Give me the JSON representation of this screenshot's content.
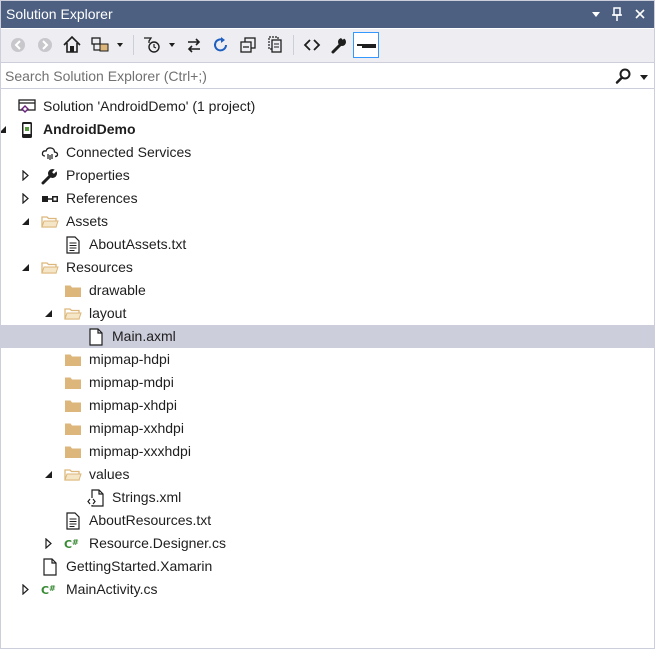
{
  "window": {
    "title": "Solution Explorer"
  },
  "search": {
    "placeholder": "Search Solution Explorer (Ctrl+;)"
  },
  "tree": [
    {
      "id": "solution",
      "label": "Solution 'AndroidDemo' (1 project)",
      "icon": "solution-icon",
      "level": 0,
      "expander": "none"
    },
    {
      "id": "project",
      "label": "AndroidDemo",
      "icon": "android-project-icon",
      "level": 0,
      "expander": "expanded",
      "bold": true
    },
    {
      "id": "connected-services",
      "label": "Connected Services",
      "icon": "cloud-services-icon",
      "level": 1,
      "expander": "none"
    },
    {
      "id": "properties",
      "label": "Properties",
      "icon": "wrench-icon",
      "level": 1,
      "expander": "collapsed"
    },
    {
      "id": "references",
      "label": "References",
      "icon": "references-icon",
      "level": 1,
      "expander": "collapsed"
    },
    {
      "id": "assets",
      "label": "Assets",
      "icon": "folder-open-icon",
      "level": 1,
      "expander": "expanded"
    },
    {
      "id": "about-assets",
      "label": "AboutAssets.txt",
      "icon": "text-file-icon",
      "level": 2,
      "expander": "none"
    },
    {
      "id": "resources",
      "label": "Resources",
      "icon": "folder-open-icon",
      "level": 1,
      "expander": "expanded"
    },
    {
      "id": "drawable",
      "label": "drawable",
      "icon": "folder-icon",
      "level": 2,
      "expander": "none"
    },
    {
      "id": "layout",
      "label": "layout",
      "icon": "folder-open-icon",
      "level": 2,
      "expander": "expanded"
    },
    {
      "id": "main-axml",
      "label": "Main.axml",
      "icon": "file-icon",
      "level": 3,
      "expander": "none",
      "selected": true
    },
    {
      "id": "mipmap-hdpi",
      "label": "mipmap-hdpi",
      "icon": "folder-icon",
      "level": 2,
      "expander": "none"
    },
    {
      "id": "mipmap-mdpi",
      "label": "mipmap-mdpi",
      "icon": "folder-icon",
      "level": 2,
      "expander": "none"
    },
    {
      "id": "mipmap-xhdpi",
      "label": "mipmap-xhdpi",
      "icon": "folder-icon",
      "level": 2,
      "expander": "none"
    },
    {
      "id": "mipmap-xxhdpi",
      "label": "mipmap-xxhdpi",
      "icon": "folder-icon",
      "level": 2,
      "expander": "none"
    },
    {
      "id": "mipmap-xxxhdpi",
      "label": "mipmap-xxxhdpi",
      "icon": "folder-icon",
      "level": 2,
      "expander": "none"
    },
    {
      "id": "values",
      "label": "values",
      "icon": "folder-open-icon",
      "level": 2,
      "expander": "expanded"
    },
    {
      "id": "strings-xml",
      "label": "Strings.xml",
      "icon": "xml-file-icon",
      "level": 3,
      "expander": "none"
    },
    {
      "id": "about-resources",
      "label": "AboutResources.txt",
      "icon": "text-file-icon",
      "level": 2,
      "expander": "none"
    },
    {
      "id": "resource-designer",
      "label": "Resource.Designer.cs",
      "icon": "csharp-file-icon",
      "level": 2,
      "expander": "collapsed"
    },
    {
      "id": "getting-started",
      "label": "GettingStarted.Xamarin",
      "icon": "file-icon",
      "level": 1,
      "expander": "none"
    },
    {
      "id": "main-activity",
      "label": "MainActivity.cs",
      "icon": "csharp-file-icon",
      "level": 1,
      "expander": "collapsed"
    }
  ],
  "colors": {
    "title_bar": "#4d6082",
    "toolbar_bg": "#eeeef2",
    "selection": "#cccedb",
    "folder": "#dcb67a",
    "csharp": "#388a34",
    "vs_purple": "#68217a"
  }
}
